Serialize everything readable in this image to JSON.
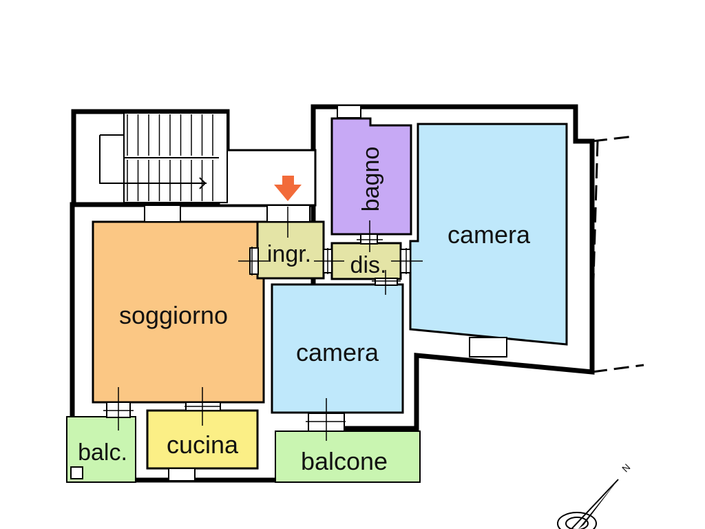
{
  "plan": {
    "rooms": [
      {
        "id": "soggiorno",
        "label": "soggiorno",
        "color": "#FBC784"
      },
      {
        "id": "cucina",
        "label": "cucina",
        "color": "#FBEF86"
      },
      {
        "id": "balc",
        "label": "balc.",
        "color": "#C9F5B1"
      },
      {
        "id": "ingr",
        "label": "ingr.",
        "color": "#E4E4A6"
      },
      {
        "id": "dis",
        "label": "dis.",
        "color": "#E4E4A6"
      },
      {
        "id": "bagno",
        "label": "bagno",
        "color": "#C7A9F5"
      },
      {
        "id": "camera_small",
        "label": "camera",
        "color": "#BFE8FB"
      },
      {
        "id": "camera_large",
        "label": "camera",
        "color": "#BFE8FB"
      },
      {
        "id": "balcone",
        "label": "balcone",
        "color": "#C9F5B1"
      }
    ],
    "entrance_arrow_color": "#F26B3A",
    "compass_label": "N"
  }
}
